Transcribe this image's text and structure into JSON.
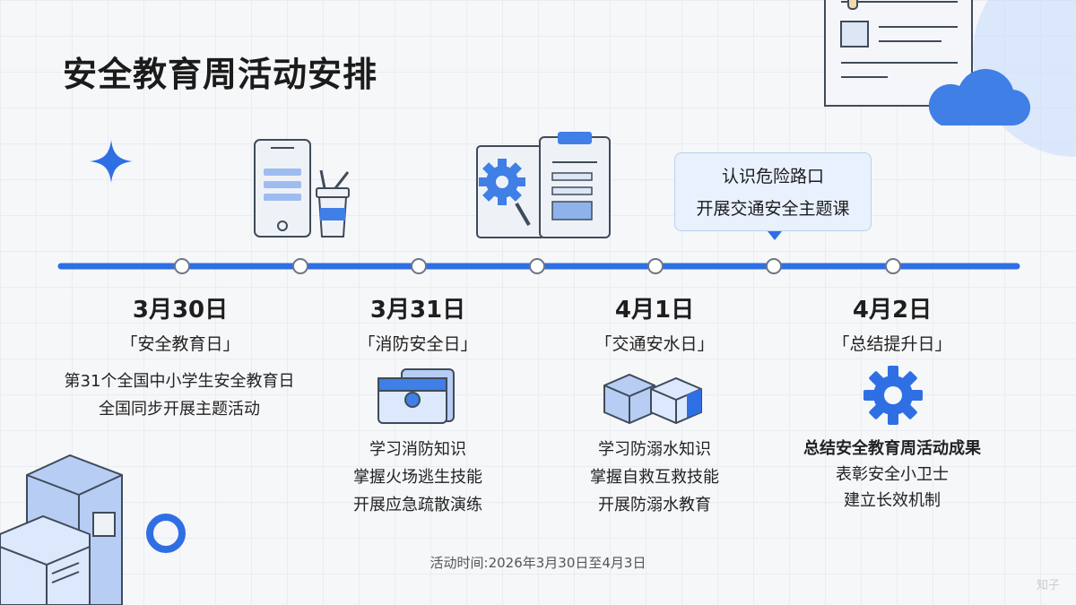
{
  "page": {
    "title": "安全教育周活动安排"
  },
  "callout": {
    "line1": "认识危险路口",
    "line2": "开展交通安全主题课"
  },
  "events": [
    {
      "date": "3月30日",
      "day": "「安全教育日」",
      "desc": [
        "第31个全国中小学生安全教育日",
        "全国同步开展主题活动"
      ]
    },
    {
      "date": "3月31日",
      "day": "「消防安全日」",
      "desc": [
        "学习消防知识",
        "掌握火场逃生技能",
        "开展应急疏散演练"
      ]
    },
    {
      "date": "4月1日",
      "day": "「交通安水日」",
      "desc": [
        "学习防溺水知识",
        "掌握自救互救技能",
        "开展防溺水教育"
      ]
    },
    {
      "date": "4月2日",
      "day": "「总结提升日」",
      "desc": [
        "总结安全教育周活动成果",
        "表彰安全小卫士",
        "建立长效机制"
      ]
    }
  ],
  "footer": {
    "time": "活动时间:2026年3月30日至4月3日"
  },
  "watermark": {
    "text": "知子"
  },
  "colors": {
    "accent": "#2f6fe4",
    "light": "#dce8fb",
    "line": "#2f6fe4"
  },
  "icons": [
    "sparkle-icon",
    "phone-icon",
    "drink-cup-icon",
    "gear-document-icon",
    "clipboard-icon",
    "document-icon",
    "cloud-icon",
    "toolbox-icon",
    "blocks-icon",
    "gear-icon",
    "building-blocks-icon",
    "ring-icon"
  ]
}
